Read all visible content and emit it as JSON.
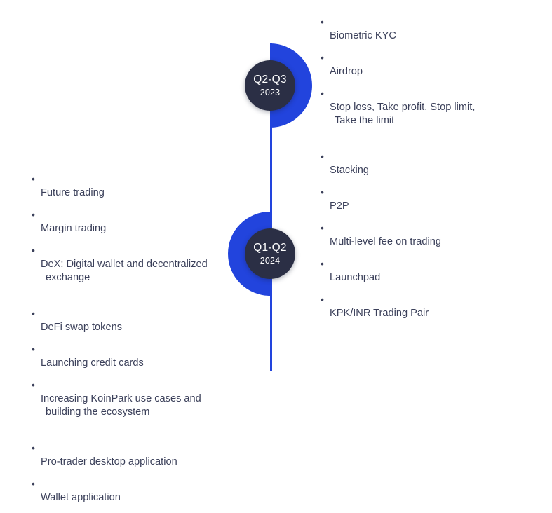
{
  "timeline": {
    "axis_color": "#2244dd",
    "accent_color": "#2244dd",
    "node_color": "#2b2f45",
    "text_color": "#3b405a",
    "milestones": [
      {
        "id": "q2-q3-2023",
        "quarter": "Q2-Q3",
        "year": "2023",
        "arc_side": "right",
        "items": [
          {
            "text": "Biometric KYC",
            "continuation": ""
          },
          {
            "text": "Airdrop",
            "continuation": ""
          },
          {
            "text": "Stop loss, Take profit, Stop limit,",
            "continuation": "Take the limit"
          },
          {
            "text": "Stacking",
            "continuation": ""
          },
          {
            "text": "P2P",
            "continuation": ""
          },
          {
            "text": "Multi-level fee on trading",
            "continuation": ""
          },
          {
            "text": "Launchpad",
            "continuation": ""
          },
          {
            "text": "KPK/INR Trading Pair",
            "continuation": ""
          }
        ]
      },
      {
        "id": "q1-q2-2024",
        "quarter": "Q1-Q2",
        "year": "2024",
        "arc_side": "left",
        "items": [
          {
            "text": "Future trading",
            "continuation": ""
          },
          {
            "text": "Margin trading",
            "continuation": ""
          },
          {
            "text": "DeX: Digital wallet and decentralized",
            "continuation": "exchange"
          },
          {
            "text": "DeFi swap tokens",
            "continuation": ""
          },
          {
            "text": "Launching credit cards",
            "continuation": ""
          },
          {
            "text": "Increasing KoinPark use cases and",
            "continuation": "building the ecosystem"
          },
          {
            "text": "Pro-trader desktop application",
            "continuation": ""
          },
          {
            "text": "Wallet application",
            "continuation": ""
          }
        ]
      }
    ]
  }
}
